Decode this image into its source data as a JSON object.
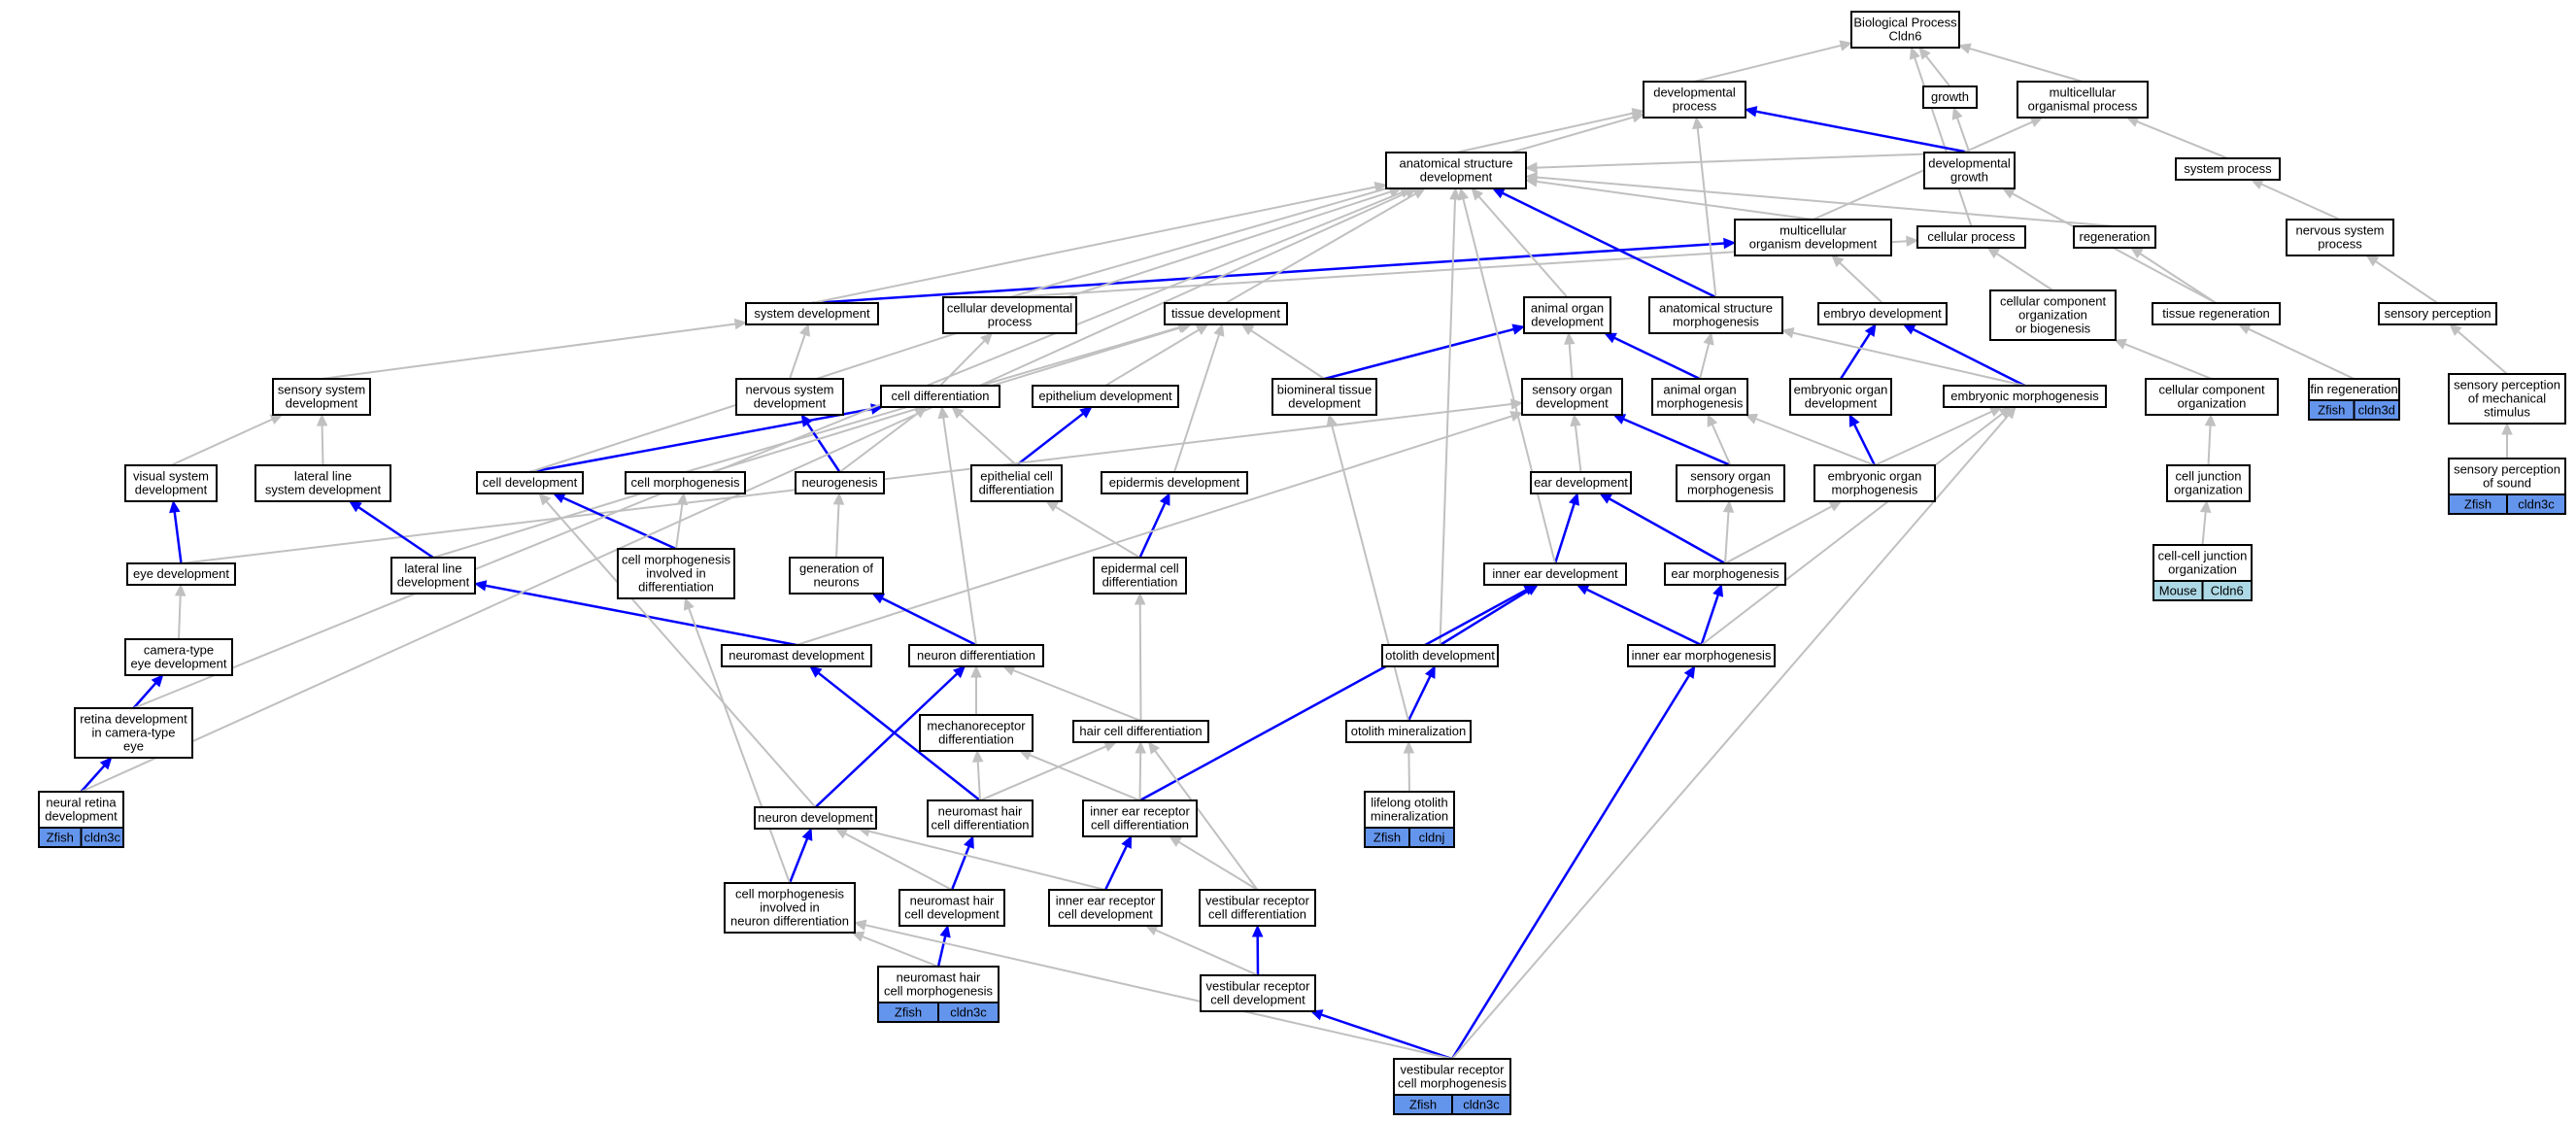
{
  "nodes": [
    {
      "id": "bp",
      "lines": [
        "Biological Process",
        "Cldn6"
      ]
    },
    {
      "id": "devproc",
      "lines": [
        "developmental",
        "process"
      ]
    },
    {
      "id": "growth",
      "lines": [
        "growth"
      ]
    },
    {
      "id": "multiorg",
      "lines": [
        "multicellular",
        "organismal process"
      ]
    },
    {
      "id": "asd",
      "lines": [
        "anatomical structure",
        "development"
      ]
    },
    {
      "id": "devgrowth",
      "lines": [
        "developmental",
        "growth"
      ]
    },
    {
      "id": "sysproc",
      "lines": [
        "system process"
      ]
    },
    {
      "id": "mod",
      "lines": [
        "multicellular",
        "organism development"
      ]
    },
    {
      "id": "cellproc",
      "lines": [
        "cellular process"
      ]
    },
    {
      "id": "regen",
      "lines": [
        "regeneration"
      ]
    },
    {
      "id": "nsproc",
      "lines": [
        "nervous system",
        "process"
      ]
    },
    {
      "id": "sysdev",
      "lines": [
        "system development"
      ]
    },
    {
      "id": "celldevproc",
      "lines": [
        "cellular developmental",
        "process"
      ]
    },
    {
      "id": "tissdev",
      "lines": [
        "tissue development"
      ]
    },
    {
      "id": "aod",
      "lines": [
        "animal organ",
        "development"
      ]
    },
    {
      "id": "asm",
      "lines": [
        "anatomical structure",
        "morphogenesis"
      ]
    },
    {
      "id": "embdev",
      "lines": [
        "embryo development"
      ]
    },
    {
      "id": "ccob",
      "lines": [
        "cellular component",
        "organization",
        "or biogenesis"
      ]
    },
    {
      "id": "tissregen",
      "lines": [
        "tissue regeneration"
      ]
    },
    {
      "id": "sensperc",
      "lines": [
        "sensory perception"
      ]
    },
    {
      "id": "sssd",
      "lines": [
        "sensory system",
        "development"
      ]
    },
    {
      "id": "nsd",
      "lines": [
        "nervous system",
        "development"
      ]
    },
    {
      "id": "celldiff",
      "lines": [
        "cell differentiation"
      ]
    },
    {
      "id": "epidev",
      "lines": [
        "epithelium development"
      ]
    },
    {
      "id": "biotiss",
      "lines": [
        "biomineral tissue",
        "development"
      ]
    },
    {
      "id": "sod",
      "lines": [
        "sensory organ",
        "development"
      ]
    },
    {
      "id": "aom",
      "lines": [
        "animal organ",
        "morphogenesis"
      ]
    },
    {
      "id": "eod",
      "lines": [
        "embryonic organ",
        "development"
      ]
    },
    {
      "id": "embmorph",
      "lines": [
        "embryonic morphogenesis"
      ]
    },
    {
      "id": "cco",
      "lines": [
        "cellular component",
        "organization"
      ]
    },
    {
      "id": "finregen",
      "lines": [
        "fin regeneration"
      ]
    },
    {
      "id": "spms",
      "lines": [
        "sensory perception",
        "of mechanical",
        "stimulus"
      ]
    },
    {
      "id": "vsd",
      "lines": [
        "visual system",
        "development"
      ]
    },
    {
      "id": "llsd",
      "lines": [
        "lateral line",
        "system development"
      ]
    },
    {
      "id": "celldev",
      "lines": [
        "cell development"
      ]
    },
    {
      "id": "cellmorph",
      "lines": [
        "cell morphogenesis"
      ]
    },
    {
      "id": "neurogen",
      "lines": [
        "neurogenesis"
      ]
    },
    {
      "id": "epicelldiff",
      "lines": [
        "epithelial cell",
        "differentiation"
      ]
    },
    {
      "id": "epiddev",
      "lines": [
        "epidermis development"
      ]
    },
    {
      "id": "eardev",
      "lines": [
        "ear development"
      ]
    },
    {
      "id": "som",
      "lines": [
        "sensory organ",
        "morphogenesis"
      ]
    },
    {
      "id": "eom",
      "lines": [
        "embryonic organ",
        "morphogenesis"
      ]
    },
    {
      "id": "cjo",
      "lines": [
        "cell junction",
        "organization"
      ]
    },
    {
      "id": "sps",
      "lines": [
        "sensory perception",
        "of sound"
      ]
    },
    {
      "id": "eyedev",
      "lines": [
        "eye development"
      ]
    },
    {
      "id": "lld",
      "lines": [
        "lateral line",
        "development"
      ]
    },
    {
      "id": "cmid",
      "lines": [
        "cell morphogenesis",
        "involved in",
        "differentiation"
      ]
    },
    {
      "id": "genneur",
      "lines": [
        "generation of",
        "neurons"
      ]
    },
    {
      "id": "epidcelldiff",
      "lines": [
        "epidermal cell",
        "differentiation"
      ]
    },
    {
      "id": "ieardev",
      "lines": [
        "inner ear development"
      ]
    },
    {
      "id": "earmorph",
      "lines": [
        "ear morphogenesis"
      ]
    },
    {
      "id": "ccjo",
      "lines": [
        "cell-cell junction",
        "organization"
      ]
    },
    {
      "id": "cted",
      "lines": [
        "camera-type",
        "eye development"
      ]
    },
    {
      "id": "nmd",
      "lines": [
        "neuromast development"
      ]
    },
    {
      "id": "neurdiff",
      "lines": [
        "neuron differentiation"
      ]
    },
    {
      "id": "otodev",
      "lines": [
        "otolith development"
      ]
    },
    {
      "id": "iem",
      "lines": [
        "inner ear morphogenesis"
      ]
    },
    {
      "id": "rdcte",
      "lines": [
        "retina development",
        "in camera-type",
        "eye"
      ]
    },
    {
      "id": "mechdiff",
      "lines": [
        "mechanoreceptor",
        "differentiation"
      ]
    },
    {
      "id": "hcdiff",
      "lines": [
        "hair cell differentiation"
      ]
    },
    {
      "id": "otomin",
      "lines": [
        "otolith mineralization"
      ]
    },
    {
      "id": "nrd",
      "lines": [
        "neural retina",
        "development"
      ]
    },
    {
      "id": "neurdev",
      "lines": [
        "neuron development"
      ]
    },
    {
      "id": "nmhcdiff",
      "lines": [
        "neuromast hair",
        "cell differentiation"
      ]
    },
    {
      "id": "ierdiff",
      "lines": [
        "inner ear receptor",
        "cell differentiation"
      ]
    },
    {
      "id": "lom",
      "lines": [
        "lifelong otolith",
        "mineralization"
      ]
    },
    {
      "id": "cmind",
      "lines": [
        "cell morphogenesis",
        "involved in",
        "neuron differentiation"
      ]
    },
    {
      "id": "nmhcdev",
      "lines": [
        "neuromast hair",
        "cell development"
      ]
    },
    {
      "id": "ierdev",
      "lines": [
        "inner ear receptor",
        "cell development"
      ]
    },
    {
      "id": "vrdiff",
      "lines": [
        "vestibular receptor",
        "cell differentiation"
      ]
    },
    {
      "id": "nmhcm",
      "lines": [
        "neuromast hair",
        "cell morphogenesis"
      ]
    },
    {
      "id": "vrdev",
      "lines": [
        "vestibular receptor",
        "cell development"
      ]
    },
    {
      "id": "vrm",
      "lines": [
        "vestibular receptor",
        "cell morphogenesis"
      ]
    }
  ],
  "tags": [
    {
      "node": "finregen",
      "cells": [
        "Zfish",
        "cldn3d"
      ],
      "style": "dark"
    },
    {
      "node": "sps",
      "cells": [
        "Zfish",
        "cldn3c"
      ],
      "style": "dark"
    },
    {
      "node": "ccjo",
      "cells": [
        "Mouse",
        "Cldn6"
      ],
      "style": "light"
    },
    {
      "node": "nrd",
      "cells": [
        "Zfish",
        "cldn3c"
      ],
      "style": "dark"
    },
    {
      "node": "lom",
      "cells": [
        "Zfish",
        "cldnj"
      ],
      "style": "dark"
    },
    {
      "node": "nmhcm",
      "cells": [
        "Zfish",
        "cldn3c"
      ],
      "style": "dark"
    },
    {
      "node": "vrm",
      "cells": [
        "Zfish",
        "cldn3c"
      ],
      "style": "dark"
    }
  ],
  "edges": [
    {
      "from": "devproc",
      "to": "bp",
      "color": "gray"
    },
    {
      "from": "growth",
      "to": "bp",
      "color": "gray"
    },
    {
      "from": "multiorg",
      "to": "bp",
      "color": "gray"
    },
    {
      "from": "cellproc",
      "to": "bp",
      "color": "gray"
    },
    {
      "from": "asd",
      "to": "devproc",
      "color": "gray"
    },
    {
      "from": "devgrowth",
      "to": "devproc",
      "color": "blue"
    },
    {
      "from": "devgrowth",
      "to": "growth",
      "color": "gray"
    },
    {
      "from": "sysproc",
      "to": "multiorg",
      "color": "gray"
    },
    {
      "from": "mod",
      "to": "multiorg",
      "color": "gray"
    },
    {
      "from": "devgrowth",
      "to": "asd",
      "color": "gray"
    },
    {
      "from": "mod",
      "to": "asd",
      "color": "gray"
    },
    {
      "from": "regen",
      "to": "asd",
      "color": "gray"
    },
    {
      "from": "nsproc",
      "to": "sysproc",
      "color": "gray"
    },
    {
      "from": "sysdev",
      "to": "mod",
      "color": "blue"
    },
    {
      "from": "sysdev",
      "to": "asd",
      "color": "gray"
    },
    {
      "from": "celldevproc",
      "to": "devproc",
      "color": "gray"
    },
    {
      "from": "celldevproc",
      "to": "cellproc",
      "color": "gray"
    },
    {
      "from": "tissdev",
      "to": "asd",
      "color": "gray"
    },
    {
      "from": "aod",
      "to": "asd",
      "color": "gray"
    },
    {
      "from": "asm",
      "to": "asd",
      "color": "blue"
    },
    {
      "from": "asm",
      "to": "devproc",
      "color": "gray"
    },
    {
      "from": "embdev",
      "to": "mod",
      "color": "gray"
    },
    {
      "from": "ccob",
      "to": "cellproc",
      "color": "gray"
    },
    {
      "from": "tissregen",
      "to": "regen",
      "color": "gray"
    },
    {
      "from": "tissregen",
      "to": "devgrowth",
      "color": "gray"
    },
    {
      "from": "sensperc",
      "to": "nsproc",
      "color": "gray"
    },
    {
      "from": "sssd",
      "to": "sysdev",
      "color": "gray"
    },
    {
      "from": "nsd",
      "to": "sysdev",
      "color": "gray"
    },
    {
      "from": "celldiff",
      "to": "celldevproc",
      "color": "gray"
    },
    {
      "from": "epidev",
      "to": "tissdev",
      "color": "gray"
    },
    {
      "from": "biotiss",
      "to": "tissdev",
      "color": "gray"
    },
    {
      "from": "biotiss",
      "to": "aod",
      "color": "blue"
    },
    {
      "from": "sod",
      "to": "aod",
      "color": "gray"
    },
    {
      "from": "aom",
      "to": "aod",
      "color": "blue"
    },
    {
      "from": "aom",
      "to": "asm",
      "color": "gray"
    },
    {
      "from": "eod",
      "to": "embdev",
      "color": "blue"
    },
    {
      "from": "embmorph",
      "to": "embdev",
      "color": "blue"
    },
    {
      "from": "embmorph",
      "to": "asm",
      "color": "gray"
    },
    {
      "from": "cco",
      "to": "ccob",
      "color": "gray"
    },
    {
      "from": "finregen",
      "to": "tissregen",
      "color": "gray"
    },
    {
      "from": "spms",
      "to": "sensperc",
      "color": "gray"
    },
    {
      "from": "vsd",
      "to": "sssd",
      "color": "gray"
    },
    {
      "from": "llsd",
      "to": "sssd",
      "color": "gray"
    },
    {
      "from": "celldev",
      "to": "celldiff",
      "color": "blue"
    },
    {
      "from": "celldev",
      "to": "asd",
      "color": "gray"
    },
    {
      "from": "cellmorph",
      "to": "tissdev",
      "color": "gray"
    },
    {
      "from": "neurogen",
      "to": "nsd",
      "color": "blue"
    },
    {
      "from": "neurogen",
      "to": "celldiff",
      "color": "gray"
    },
    {
      "from": "epicelldiff",
      "to": "epidev",
      "color": "blue"
    },
    {
      "from": "epicelldiff",
      "to": "celldiff",
      "color": "gray"
    },
    {
      "from": "epiddev",
      "to": "tissdev",
      "color": "gray"
    },
    {
      "from": "eardev",
      "to": "sod",
      "color": "gray"
    },
    {
      "from": "som",
      "to": "sod",
      "color": "blue"
    },
    {
      "from": "som",
      "to": "aom",
      "color": "gray"
    },
    {
      "from": "eom",
      "to": "eod",
      "color": "blue"
    },
    {
      "from": "eom",
      "to": "embmorph",
      "color": "gray"
    },
    {
      "from": "eom",
      "to": "aom",
      "color": "gray"
    },
    {
      "from": "cjo",
      "to": "cco",
      "color": "gray"
    },
    {
      "from": "sps",
      "to": "spms",
      "color": "gray"
    },
    {
      "from": "eyedev",
      "to": "vsd",
      "color": "blue"
    },
    {
      "from": "eyedev",
      "to": "sod",
      "color": "gray"
    },
    {
      "from": "lld",
      "to": "llsd",
      "color": "blue"
    },
    {
      "from": "lld",
      "to": "tissdev",
      "color": "gray"
    },
    {
      "from": "cmid",
      "to": "celldev",
      "color": "blue"
    },
    {
      "from": "cmid",
      "to": "cellmorph",
      "color": "gray"
    },
    {
      "from": "genneur",
      "to": "neurogen",
      "color": "gray"
    },
    {
      "from": "epidcelldiff",
      "to": "epiddev",
      "color": "blue"
    },
    {
      "from": "epidcelldiff",
      "to": "epicelldiff",
      "color": "gray"
    },
    {
      "from": "ieardev",
      "to": "eardev",
      "color": "blue"
    },
    {
      "from": "ieardev",
      "to": "asd",
      "color": "gray"
    },
    {
      "from": "earmorph",
      "to": "eardev",
      "color": "blue"
    },
    {
      "from": "earmorph",
      "to": "som",
      "color": "gray"
    },
    {
      "from": "earmorph",
      "to": "eom",
      "color": "gray"
    },
    {
      "from": "ccjo",
      "to": "cjo",
      "color": "gray"
    },
    {
      "from": "cted",
      "to": "eyedev",
      "color": "gray"
    },
    {
      "from": "nmd",
      "to": "lld",
      "color": "blue"
    },
    {
      "from": "nmd",
      "to": "sod",
      "color": "gray"
    },
    {
      "from": "neurdiff",
      "to": "genneur",
      "color": "blue"
    },
    {
      "from": "neurdiff",
      "to": "celldiff",
      "color": "gray"
    },
    {
      "from": "otodev",
      "to": "ieardev",
      "color": "blue"
    },
    {
      "from": "otodev",
      "to": "asd",
      "color": "gray"
    },
    {
      "from": "iem",
      "to": "ieardev",
      "color": "blue"
    },
    {
      "from": "iem",
      "to": "earmorph",
      "color": "blue"
    },
    {
      "from": "iem",
      "to": "embmorph",
      "color": "gray"
    },
    {
      "from": "rdcte",
      "to": "cted",
      "color": "blue"
    },
    {
      "from": "rdcte",
      "to": "asd",
      "color": "gray"
    },
    {
      "from": "mechdiff",
      "to": "neurdiff",
      "color": "gray"
    },
    {
      "from": "hcdiff",
      "to": "neurdiff",
      "color": "gray"
    },
    {
      "from": "hcdiff",
      "to": "epidcelldiff",
      "color": "gray"
    },
    {
      "from": "otomin",
      "to": "otodev",
      "color": "blue"
    },
    {
      "from": "otomin",
      "to": "biotiss",
      "color": "gray"
    },
    {
      "from": "nrd",
      "to": "rdcte",
      "color": "blue"
    },
    {
      "from": "nrd",
      "to": "asd",
      "color": "gray"
    },
    {
      "from": "neurdev",
      "to": "neurdiff",
      "color": "blue"
    },
    {
      "from": "neurdev",
      "to": "celldev",
      "color": "gray"
    },
    {
      "from": "nmhcdiff",
      "to": "nmd",
      "color": "blue"
    },
    {
      "from": "nmhcdiff",
      "to": "mechdiff",
      "color": "gray"
    },
    {
      "from": "nmhcdiff",
      "to": "hcdiff",
      "color": "gray"
    },
    {
      "from": "ierdiff",
      "to": "ieardev",
      "color": "blue"
    },
    {
      "from": "ierdiff",
      "to": "mechdiff",
      "color": "gray"
    },
    {
      "from": "ierdiff",
      "to": "hcdiff",
      "color": "gray"
    },
    {
      "from": "lom",
      "to": "otomin",
      "color": "gray"
    },
    {
      "from": "cmind",
      "to": "neurdev",
      "color": "blue"
    },
    {
      "from": "cmind",
      "to": "cmid",
      "color": "gray"
    },
    {
      "from": "nmhcdev",
      "to": "nmhcdiff",
      "color": "blue"
    },
    {
      "from": "nmhcdev",
      "to": "neurdev",
      "color": "gray"
    },
    {
      "from": "ierdev",
      "to": "ierdiff",
      "color": "blue"
    },
    {
      "from": "ierdev",
      "to": "neurdev",
      "color": "gray"
    },
    {
      "from": "vrdiff",
      "to": "ierdiff",
      "color": "gray"
    },
    {
      "from": "vrdiff",
      "to": "hcdiff",
      "color": "gray"
    },
    {
      "from": "nmhcm",
      "to": "nmhcdev",
      "color": "blue"
    },
    {
      "from": "nmhcm",
      "to": "cmind",
      "color": "gray"
    },
    {
      "from": "vrdev",
      "to": "vrdiff",
      "color": "blue"
    },
    {
      "from": "vrdev",
      "to": "ierdev",
      "color": "gray"
    },
    {
      "from": "vrm",
      "to": "vrdev",
      "color": "blue"
    },
    {
      "from": "vrm",
      "to": "iem",
      "color": "blue"
    },
    {
      "from": "vrm",
      "to": "cmind",
      "color": "gray"
    },
    {
      "from": "vrm",
      "to": "embmorph",
      "color": "gray"
    }
  ]
}
